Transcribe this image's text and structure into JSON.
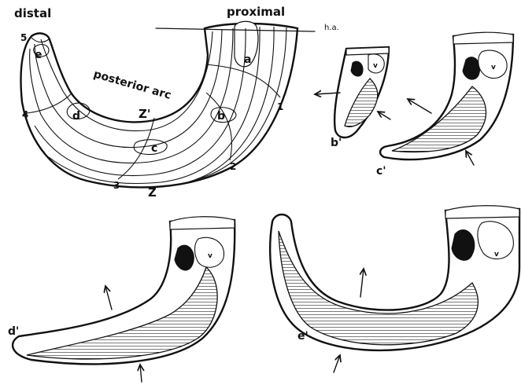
{
  "labels": {
    "proximal": "proximal",
    "distal": "distal",
    "posterior_arc": "posterior arc",
    "ha": "h.a.",
    "z_prime": "Z'",
    "z": "Z",
    "sec_a": "a",
    "sec_b": "b",
    "sec_c": "c",
    "sec_d": "d",
    "sec_e": "e",
    "n1": "1",
    "n2": "2",
    "n3": "3",
    "n4": "4",
    "n5": "5",
    "b_prime": "b'",
    "c_prime": "c'",
    "d_prime": "d'",
    "e_prime": "e'",
    "v": "v"
  }
}
